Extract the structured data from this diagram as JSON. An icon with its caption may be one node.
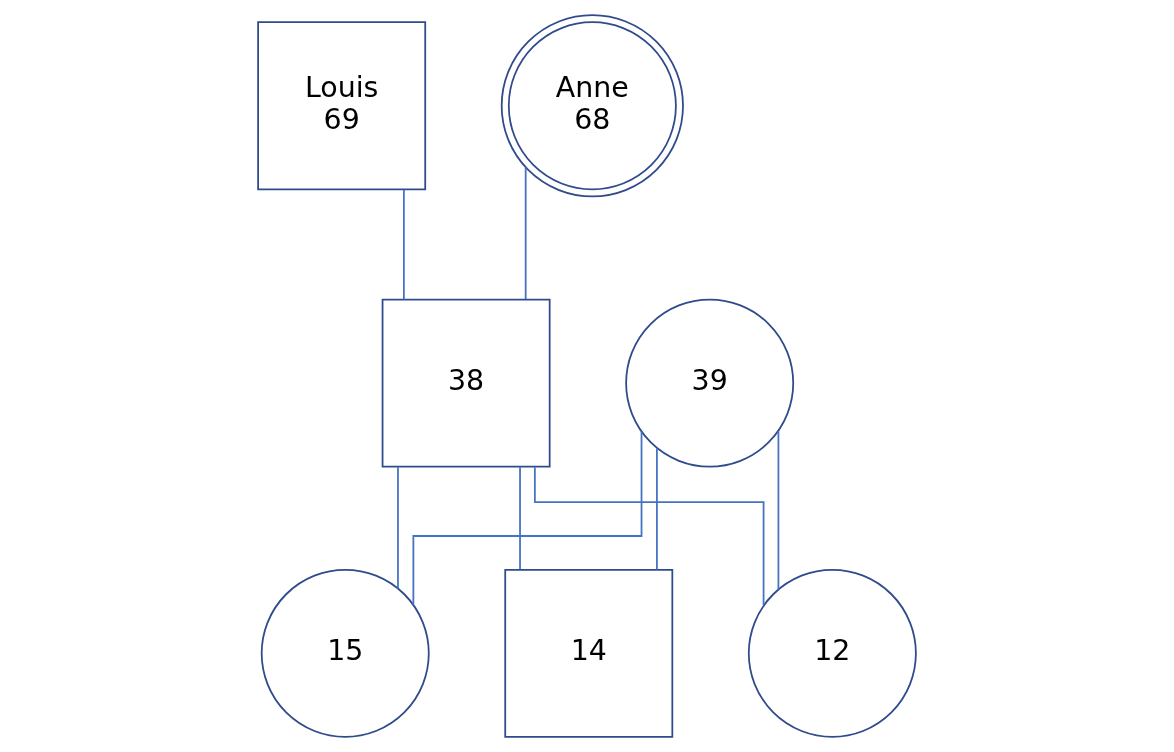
{
  "diagram": {
    "nodes": [
      {
        "text": [
          "Louis",
          "69"
        ]
      },
      {
        "text": [
          "Anne",
          "68"
        ]
      },
      {
        "text": [
          "38"
        ]
      },
      {
        "text": [
          "39"
        ]
      },
      {
        "text": [
          "15"
        ]
      },
      {
        "text": [
          "14"
        ]
      },
      {
        "text": [
          "12"
        ]
      }
    ],
    "edges": [
      {
        "from": 0,
        "to": 2,
        "arrow": "none"
      },
      {
        "from": 1,
        "to": 2,
        "arrow": "none"
      },
      {
        "from": 2,
        "to": 4,
        "arrow": "none"
      },
      {
        "from": 2,
        "to": 5,
        "arrow": "none"
      },
      {
        "from": 2,
        "to": 6,
        "arrow": "none"
      },
      {
        "from": 3,
        "to": 4,
        "arrow": "none"
      },
      {
        "from": 3,
        "to": 5,
        "arrow": "none"
      },
      {
        "from": 3,
        "to": 6,
        "arrow": "none"
      }
    ]
  }
}
